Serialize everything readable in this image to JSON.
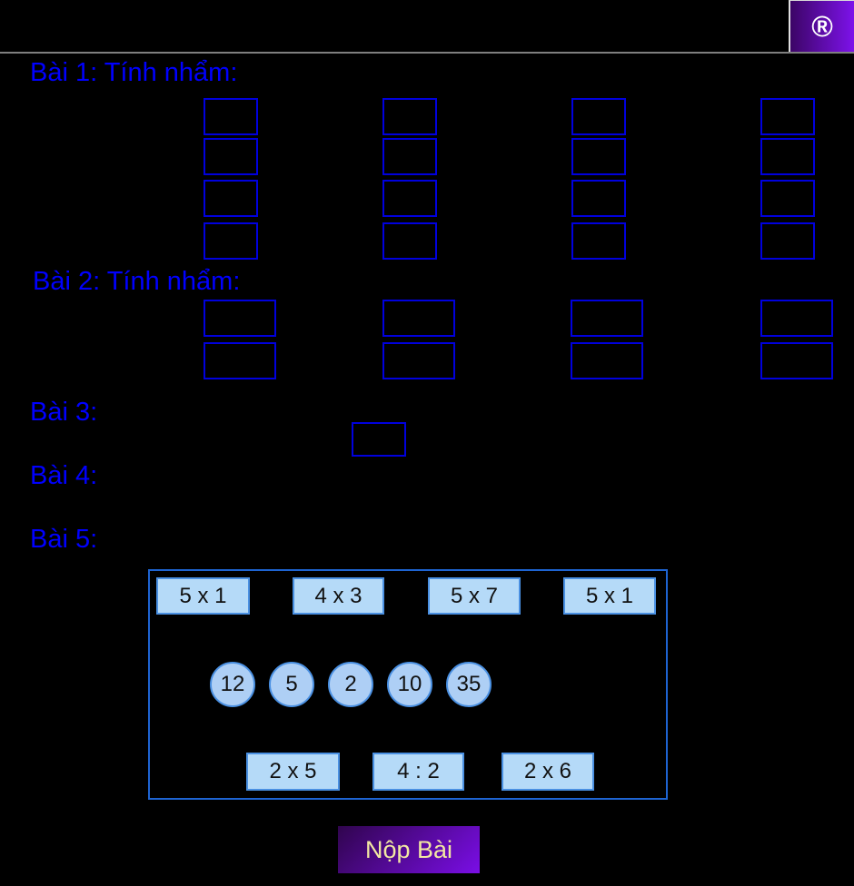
{
  "topbar": {
    "trademark_symbol": "®"
  },
  "headings": {
    "bai1": "Bài 1: Tính nhẩm:",
    "bai2": "Bài 2: Tính nhẩm:",
    "bai3": "Bài 3:",
    "bai4": "Bài 4:",
    "bai5": "Bài 5:"
  },
  "exercise1": {
    "answer_boxes": 16
  },
  "exercise2": {
    "answer_boxes": 8
  },
  "exercise3": {
    "answer_boxes": 1
  },
  "exercise5": {
    "top_cards": [
      "5 x 1",
      "4 x 3",
      "5 x 7",
      "5 x 1"
    ],
    "circles": [
      "12",
      "5",
      "2",
      "10",
      "35"
    ],
    "bottom_cards": [
      "2 x 5",
      "4 : 2",
      "2 x 6"
    ]
  },
  "submit": {
    "label": "Nộp Bài"
  },
  "colors": {
    "background": "#000000",
    "heading_blue": "#0000ff",
    "answer_border": "#0000dd",
    "card_fill": "#b5daf8",
    "card_border": "#4a90e2",
    "container_border": "#1e64d2",
    "badge_purple": "#7d12ea",
    "submit_text": "#f2e8a2",
    "separator_gray": "#7f7f7f"
  }
}
